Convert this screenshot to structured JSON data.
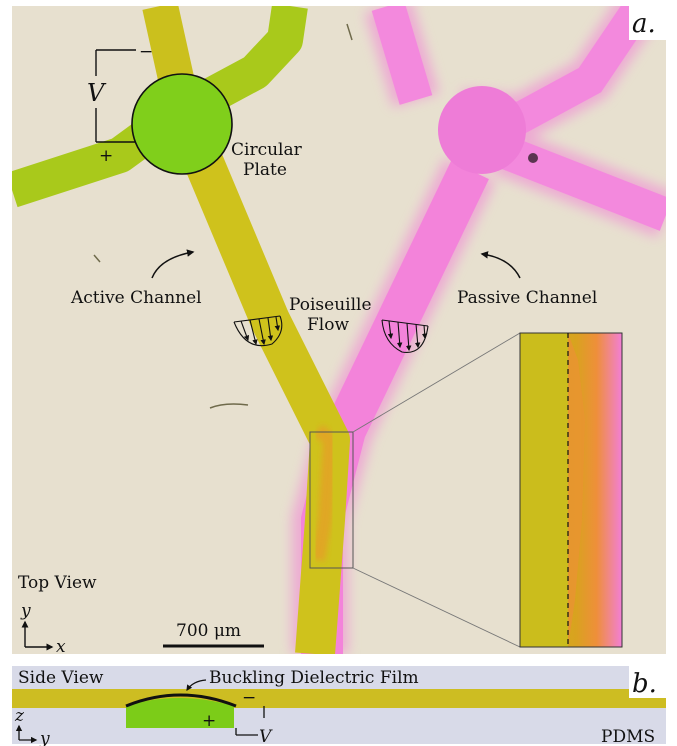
{
  "panel_a": {
    "tag": "a.",
    "view_label": "Top View",
    "voltage": {
      "symbol": "V",
      "minus": "−",
      "plus": "+"
    },
    "labels": {
      "circular_plate": [
        "Circular",
        "Plate"
      ],
      "active_channel": "Active Channel",
      "passive_channel": "Passive Channel",
      "poiseuille_flow": [
        "Poiseuille",
        "Flow"
      ]
    },
    "axes": {
      "y": "y",
      "x": "x"
    },
    "scale_bar": "700 μm"
  },
  "panel_b": {
    "tag": "b.",
    "view_label": "Side View",
    "film_label": "Buckling Dielectric Film",
    "voltage": {
      "symbol": "V",
      "minus": "−",
      "plus": "+"
    },
    "axes": {
      "z": "z",
      "y": "y"
    },
    "material": "PDMS"
  },
  "colors": {
    "background": "#e7e0cf",
    "active_channel": "#cfc21c",
    "active_branch": "#9fc91a",
    "plate_fill": "#7dcc1a",
    "passive_channel": "#f06edb",
    "interface_orange": "#e69a2a",
    "side_view_bg": "#d8dae8",
    "side_view_film": "#cdbd22",
    "side_view_bump": "#7ccc18"
  }
}
